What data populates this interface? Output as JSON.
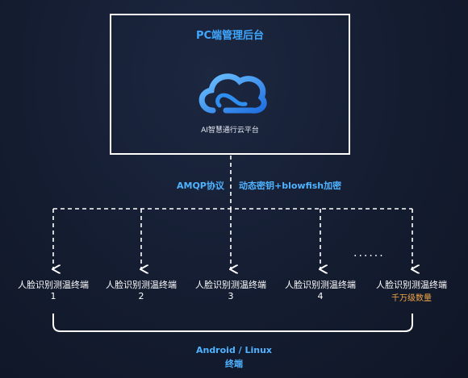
{
  "admin_box": {
    "title": "PC端管理后台",
    "caption": "AI智慧通行云平台"
  },
  "protocol": {
    "left": "AMQP协议",
    "right": "动态密钥+blowfish加密"
  },
  "terminals": [
    {
      "label": "人脸识别测温终端",
      "number": "1"
    },
    {
      "label": "人脸识别测温终端",
      "number": "2"
    },
    {
      "label": "人脸识别测温终端",
      "number": "3"
    },
    {
      "label": "人脸识别测温终端",
      "number": "4"
    },
    {
      "label": "人脸识别测温终端",
      "number": "千万级数量"
    }
  ],
  "ellipsis": "......",
  "bottom": {
    "title": "Android / Linux",
    "subtitle": "终端"
  },
  "colors": {
    "accent": "#3fa7ff",
    "highlight": "#f3a64a",
    "background": "#141c30"
  },
  "icons": {
    "logo": "cloud-icon"
  }
}
